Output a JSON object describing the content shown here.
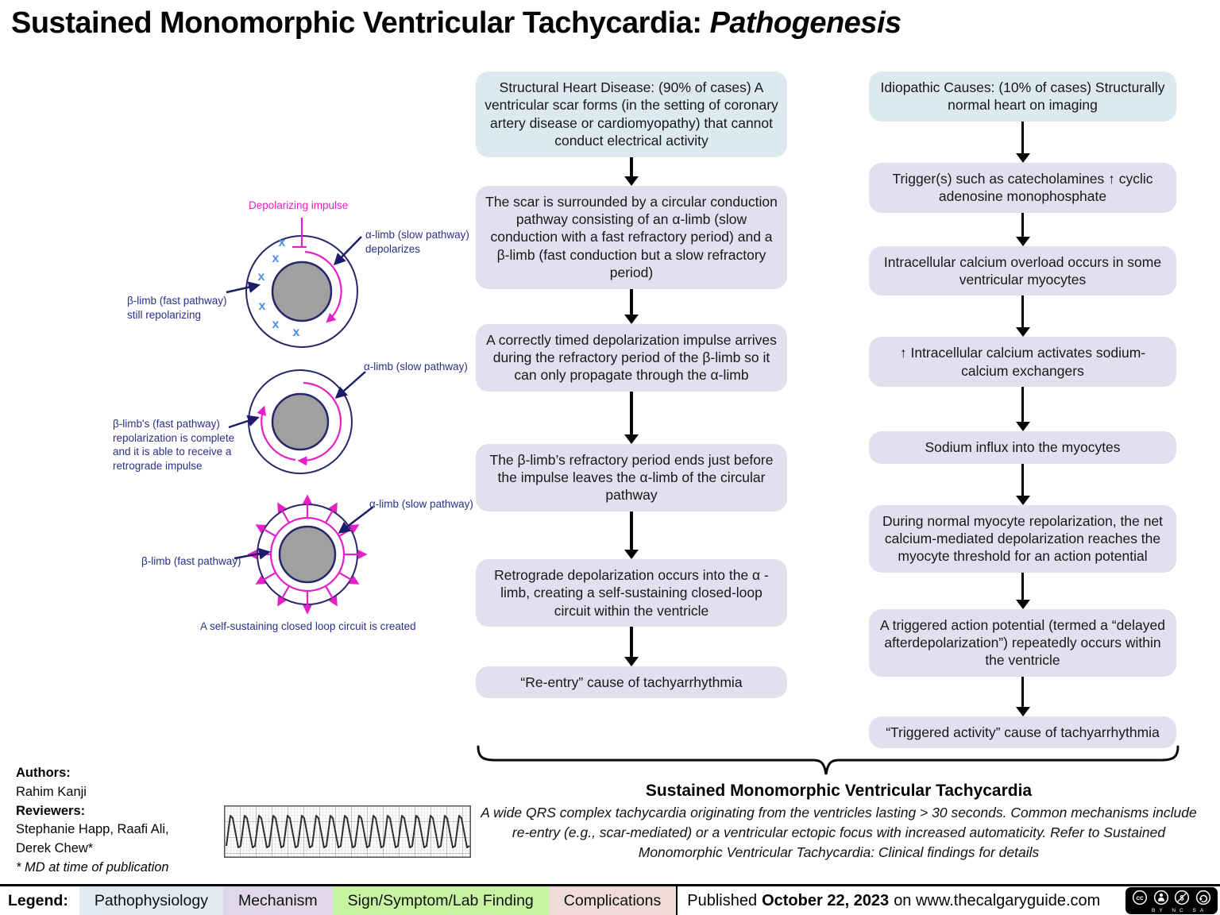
{
  "title": {
    "main": "Sustained Monomorphic Ventricular Tachycardia:",
    "italic": "Pathogenesis"
  },
  "diagrams": {
    "d1": {
      "impulse_label": "Depolarizing impulse",
      "alpha_label": "α-limb (slow pathway)\ndepolarizes",
      "beta_label": "β-limb (fast pathway)\nstill repolarizing"
    },
    "d2": {
      "alpha_label": "α-limb (slow pathway)",
      "beta_label": "β-limb's (fast pathway)\nrepolarization is complete\nand it is able to receive a\nretrograde impulse"
    },
    "d3": {
      "alpha_label": "α-limb (slow pathway)",
      "beta_label": "β-limb (fast pathway)",
      "caption": "A self-sustaining closed loop circuit is created"
    }
  },
  "structural": {
    "boxes": [
      {
        "text": "Structural Heart Disease: (90% of cases) A ventricular scar forms (in the setting of coronary artery disease or cardiomyopathy) that cannot conduct electrical activity"
      },
      {
        "text": "The scar is surrounded by a circular conduction pathway consisting of an α-limb (slow conduction with a fast refractory period) and a β-limb (fast conduction but a slow refractory period)"
      },
      {
        "text": "A correctly timed depolarization impulse arrives during the refractory period of the β-limb so it can only propagate through the α-limb"
      },
      {
        "text": "The β-limb’s refractory period ends just before the impulse leaves the α-limb of the circular pathway"
      },
      {
        "text": "Retrograde depolarization occurs into the α -limb, creating a self-sustaining closed-loop circuit within the ventricle"
      },
      {
        "text": "“Re-entry” cause of tachyarrhythmia"
      }
    ]
  },
  "idiopathic": {
    "boxes": [
      {
        "text": "Idiopathic Causes: (10% of cases) Structurally normal heart on imaging"
      },
      {
        "text": "Trigger(s) such as catecholamines ↑ cyclic adenosine monophosphate"
      },
      {
        "text": "Intracellular calcium overload occurs in some ventricular myocytes"
      },
      {
        "text": "↑ Intracellular calcium activates sodium-calcium exchangers"
      },
      {
        "text": "Sodium influx into the myocytes"
      },
      {
        "text": "During normal myocyte repolarization, the net calcium-mediated depolarization reaches the myocyte threshold for an action potential"
      },
      {
        "text": "A triggered action potential (termed a “delayed afterdepolarization”) repeatedly occurs within the ventricle"
      },
      {
        "text": "“Triggered activity” cause of tachyarrhythmia"
      }
    ]
  },
  "summary": {
    "title": "Sustained Monomorphic Ventricular Tachycardia",
    "body": "A wide QRS complex tachycardia originating from the ventricles lasting > 30 seconds. Common mechanisms include re-entry (e.g., scar-mediated) or a ventricular ectopic focus with increased automaticity. Refer to Sustained Monomorphic Ventricular Tachycardia: Clinical findings for details"
  },
  "credits": {
    "authors_label": "Authors:",
    "author": "Rahim Kanji",
    "reviewers_label": "Reviewers:",
    "reviewer_line1": "Stephanie Happ, Raafi Ali,",
    "reviewer_line2": "Derek Chew*",
    "footnote": "* MD at time of publication"
  },
  "legend": {
    "label": "Legend:",
    "items": [
      {
        "label": "Pathophysiology",
        "color": "#dfeaf2"
      },
      {
        "label": "Mechanism",
        "color": "#ded8e9"
      },
      {
        "label": "Sign/Symptom/Lab Finding",
        "color": "#c8f3a2"
      },
      {
        "label": "Complications",
        "color": "#efdbda"
      }
    ]
  },
  "footer": {
    "published_prefix": "Published",
    "published_date": "October 22, 2023",
    "published_suffix": "on www.thecalgaryguide.com",
    "license_caption": "BY NC SA"
  },
  "colors": {
    "pathophysiology_box": "#dce9f1",
    "mechanism_box": "#e4dfee",
    "arrow_black": "#050505",
    "diagram_navy": "#29297a",
    "diagram_pink": "#e520c6",
    "diagram_x_blue": "#4a8fe8",
    "scar_gray": "#a0a0a0"
  }
}
